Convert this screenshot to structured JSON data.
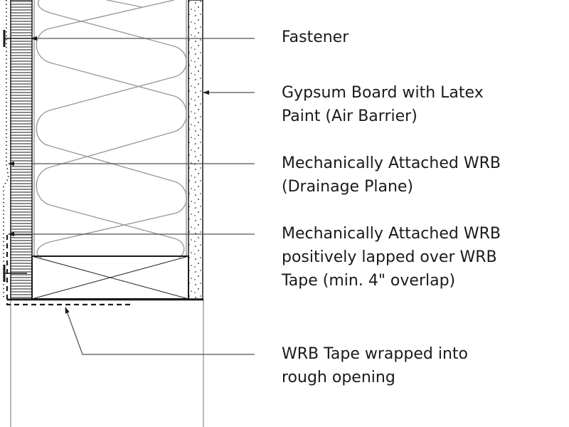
{
  "labels": {
    "fastener": [
      "Fastener"
    ],
    "gypsum": [
      "Gypsum Board with Latex",
      "Paint (Air Barrier)"
    ],
    "wrb_drainage": [
      "Mechanically Attached WRB",
      "(Drainage Plane)"
    ],
    "wrb_lapped": [
      "Mechanically Attached WRB",
      "positively lapped over WRB",
      "Tape (min. 4\" overlap)"
    ],
    "wrb_tape": [
      "WRB Tape wrapped into",
      "rough opening"
    ]
  },
  "colors": {
    "line": "#1a1a1a",
    "insulation": "#9a9a9a",
    "leader": "#555555",
    "background": "#ffffff"
  },
  "icons": [
    "arrowhead-icon",
    "fastener-icon",
    "gypsum-stipple-pattern",
    "siding-hatch-pattern",
    "batt-insulation-pattern",
    "blocking-cross-icon"
  ]
}
